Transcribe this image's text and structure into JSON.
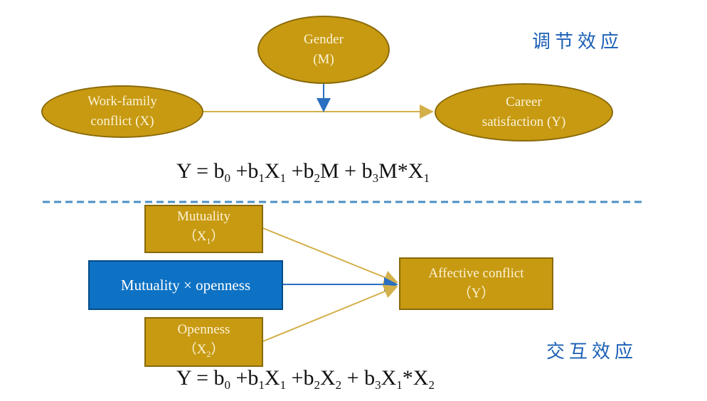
{
  "top": {
    "moderator": {
      "line1": "Gender",
      "line2": "(M)"
    },
    "independent": {
      "line1": "Work-family",
      "line2": "conflict (X)"
    },
    "dependent": {
      "line1": "Career",
      "line2": "satisfaction (Y)"
    },
    "label": "调节效应",
    "equation": {
      "y": "Y",
      "eq": " = b",
      "s0": "0",
      "p1": " +b",
      "s1": "1",
      "x1": "X",
      "s1b": "1",
      "p2": " +b",
      "s2": "2",
      "m2": "M + b",
      "s3": "3",
      "m3": "M*X",
      "s3b": "1"
    }
  },
  "bottom": {
    "x1": {
      "line1": "Mutuality",
      "line2_open": "（X",
      "line2_sub": "1",
      "line2_close": "）"
    },
    "interaction": {
      "label": "Mutuality × openness"
    },
    "x2": {
      "line1": "Openness",
      "line2_open": "（X",
      "line2_sub": "2",
      "line2_close": "）"
    },
    "outcome": {
      "line1": "Affective conflict",
      "line2": "（Y）"
    },
    "label": "交互效应",
    "equation": {
      "y": "Y",
      "eq": " = b",
      "s0": "0",
      "p1": " +b",
      "s1": "1",
      "x1": "X",
      "s1b": "1",
      "p2": " +b",
      "s2": "2",
      "x2": "X",
      "s2b": "2",
      "p3": " + b",
      "s3": "3",
      "x3": "X",
      "s3b": "1",
      "x4": "*X",
      "s4": "2"
    }
  },
  "colors": {
    "node": "#c79a12",
    "interaction_node": "#0d72c4",
    "line": "#d4b04a",
    "arrow_blue": "#2a6fc0",
    "divider": "#4a8fc4",
    "label": "#1b5fb5"
  }
}
